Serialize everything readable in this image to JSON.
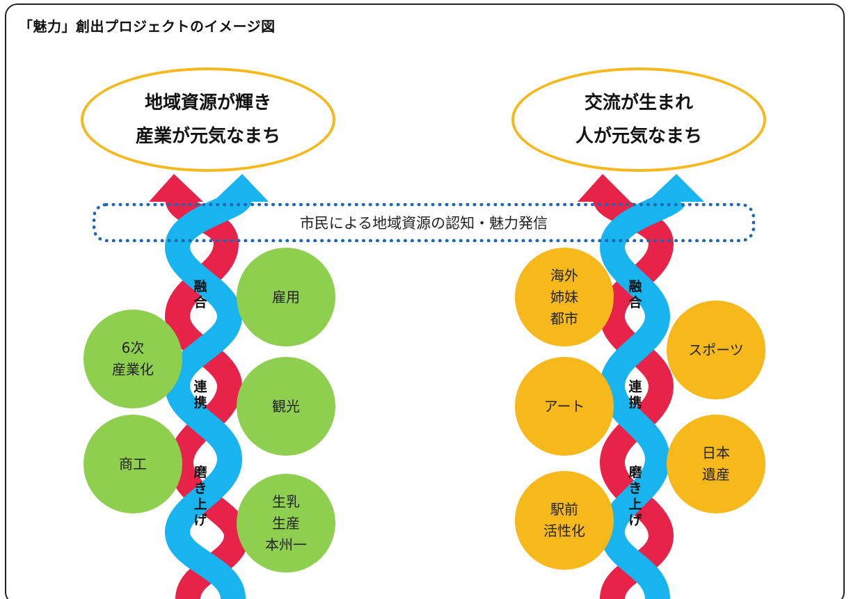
{
  "title": "「魅力」創出プロジェクトのイメージ図",
  "colors": {
    "ribbon_red": "#e8234a",
    "ribbon_blue": "#17b4ef",
    "circle_green": "#8fcf50",
    "circle_orange": "#f6b81a",
    "goal_border": "#f6b81a",
    "banner_border": "#1f66b3"
  },
  "goals": {
    "left": {
      "line1": "地域資源が輝き",
      "line2": "産業が元気なまち"
    },
    "right": {
      "line1": "交流が生まれ",
      "line2": "人が元気なまち"
    }
  },
  "banner_text": "市民による地域資源の認知・魅力発信",
  "stages": {
    "left": [
      [
        "融",
        "合"
      ],
      [
        "連",
        "携"
      ],
      [
        "磨",
        "き",
        "上",
        "げ"
      ]
    ],
    "right": [
      [
        "融",
        "合"
      ],
      [
        "連",
        "携"
      ],
      [
        "磨",
        "き",
        "上",
        "げ"
      ]
    ]
  },
  "left_circles": [
    {
      "lines": [
        "雇用"
      ]
    },
    {
      "lines": [
        "6次",
        "産業化"
      ]
    },
    {
      "lines": [
        "観光"
      ]
    },
    {
      "lines": [
        "商工"
      ]
    },
    {
      "lines": [
        "生乳",
        "生産",
        "本州一"
      ]
    }
  ],
  "right_circles": [
    {
      "lines": [
        "海外",
        "姉妹",
        "都市"
      ]
    },
    {
      "lines": [
        "スポーツ"
      ]
    },
    {
      "lines": [
        "アート"
      ]
    },
    {
      "lines": [
        "日本",
        "遺産"
      ]
    },
    {
      "lines": [
        "駅前",
        "活性化"
      ]
    }
  ]
}
